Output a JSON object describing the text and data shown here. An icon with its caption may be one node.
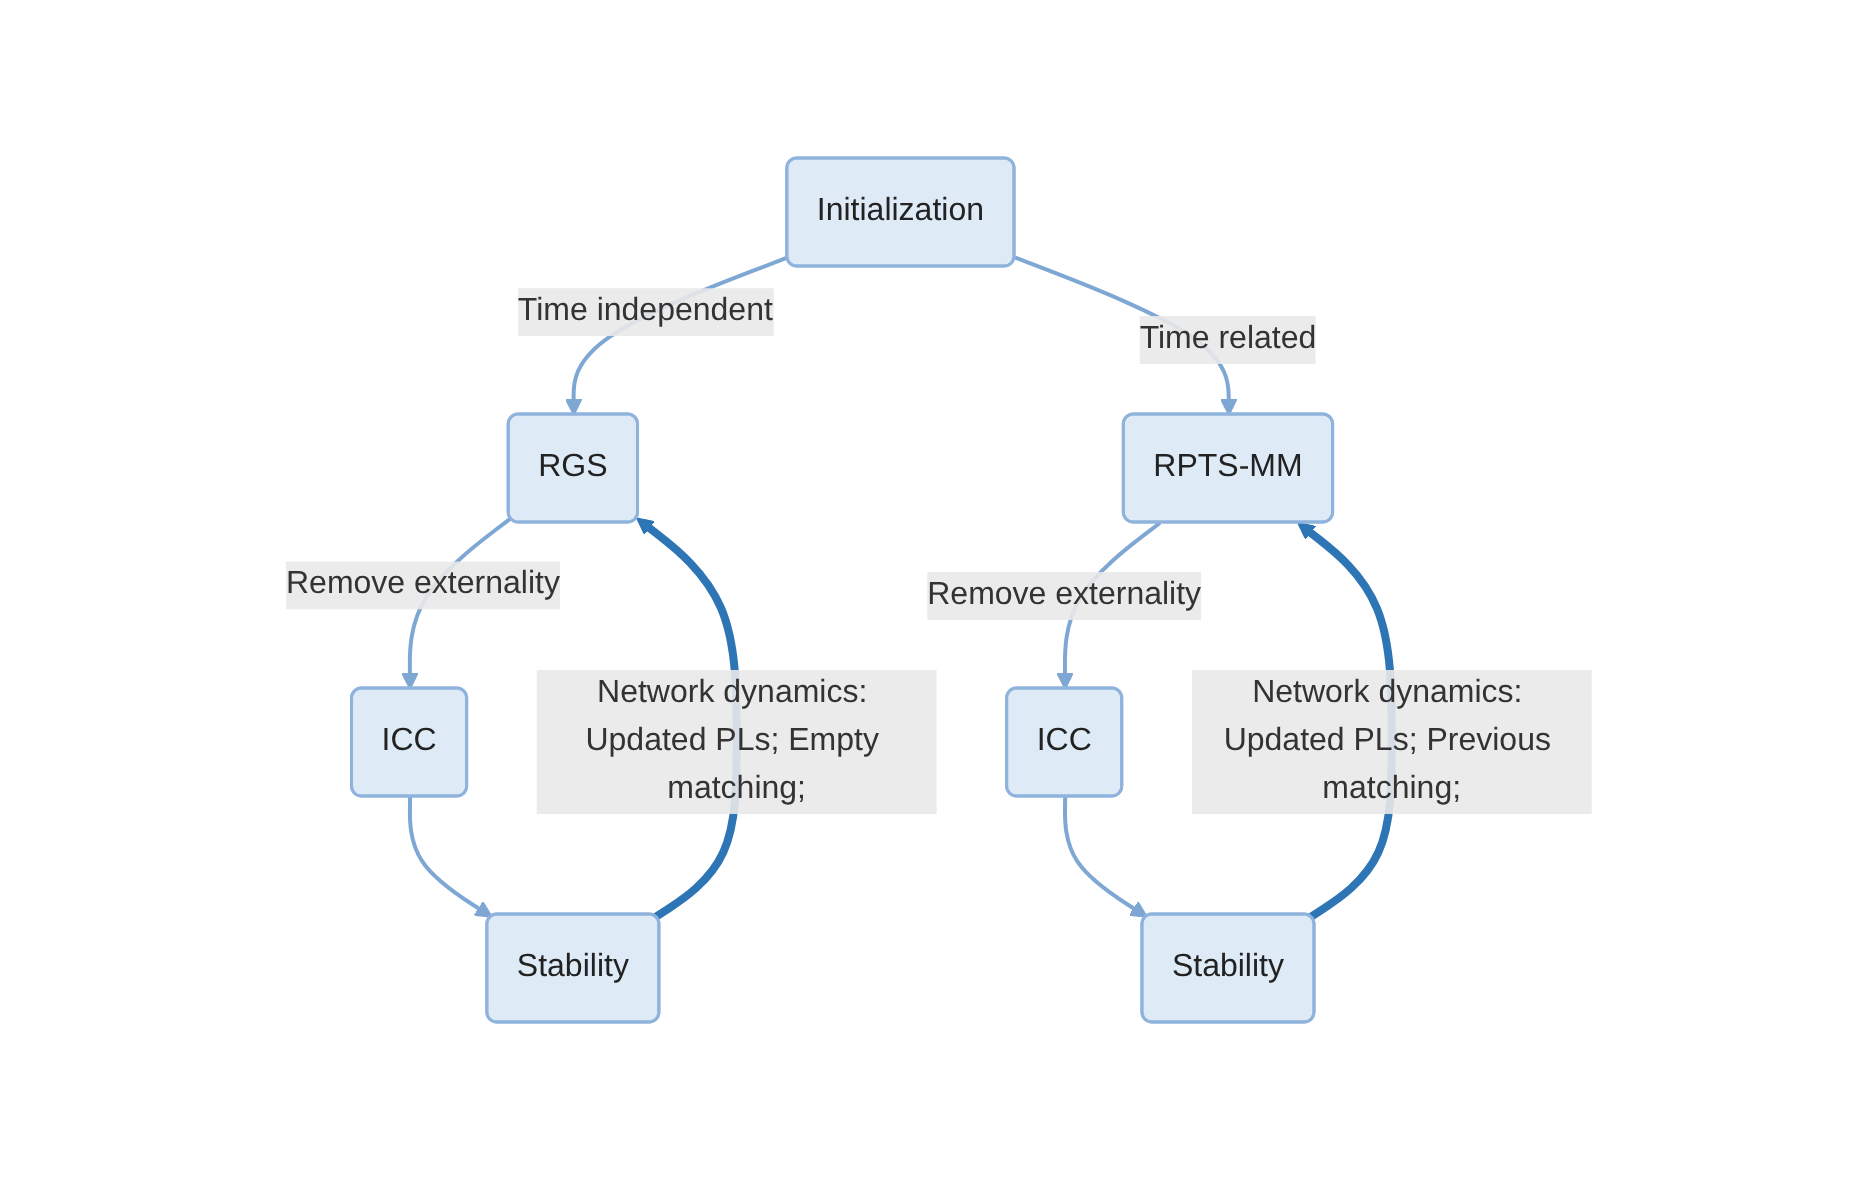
{
  "diagram": {
    "nodes": [
      {
        "text": [
          "Initialization"
        ]
      },
      {
        "text": [
          "RGS"
        ]
      },
      {
        "text": [
          "RPTS-MM"
        ]
      },
      {
        "text": [
          "ICC"
        ]
      },
      {
        "text": [
          "Stability"
        ]
      },
      {
        "text": [
          "ICC"
        ]
      },
      {
        "text": [
          "Stability"
        ]
      }
    ],
    "edges": [
      {
        "from": 0,
        "to": 1,
        "arrow": "to",
        "label": "Time independent"
      },
      {
        "from": 0,
        "to": 2,
        "arrow": "to",
        "label": "Time related"
      },
      {
        "from": 1,
        "to": 3,
        "arrow": "to",
        "label": "Remove externality"
      },
      {
        "from": 3,
        "to": 4,
        "arrow": "to"
      },
      {
        "from": 2,
        "to": 5,
        "arrow": "to",
        "label": "Remove externality"
      },
      {
        "from": 5,
        "to": 6,
        "arrow": "to"
      },
      {
        "from": 4,
        "to": 1,
        "arrow": "to",
        "label": "Network dynamics: Updated PLs; Empty matching;",
        "style": "thick",
        "color": "#2e75b6"
      },
      {
        "from": 6,
        "to": 2,
        "arrow": "to",
        "label": "Network dynamics: Updated PLs; Previous matching;",
        "style": "thick",
        "color": "#2e75b6"
      }
    ]
  }
}
